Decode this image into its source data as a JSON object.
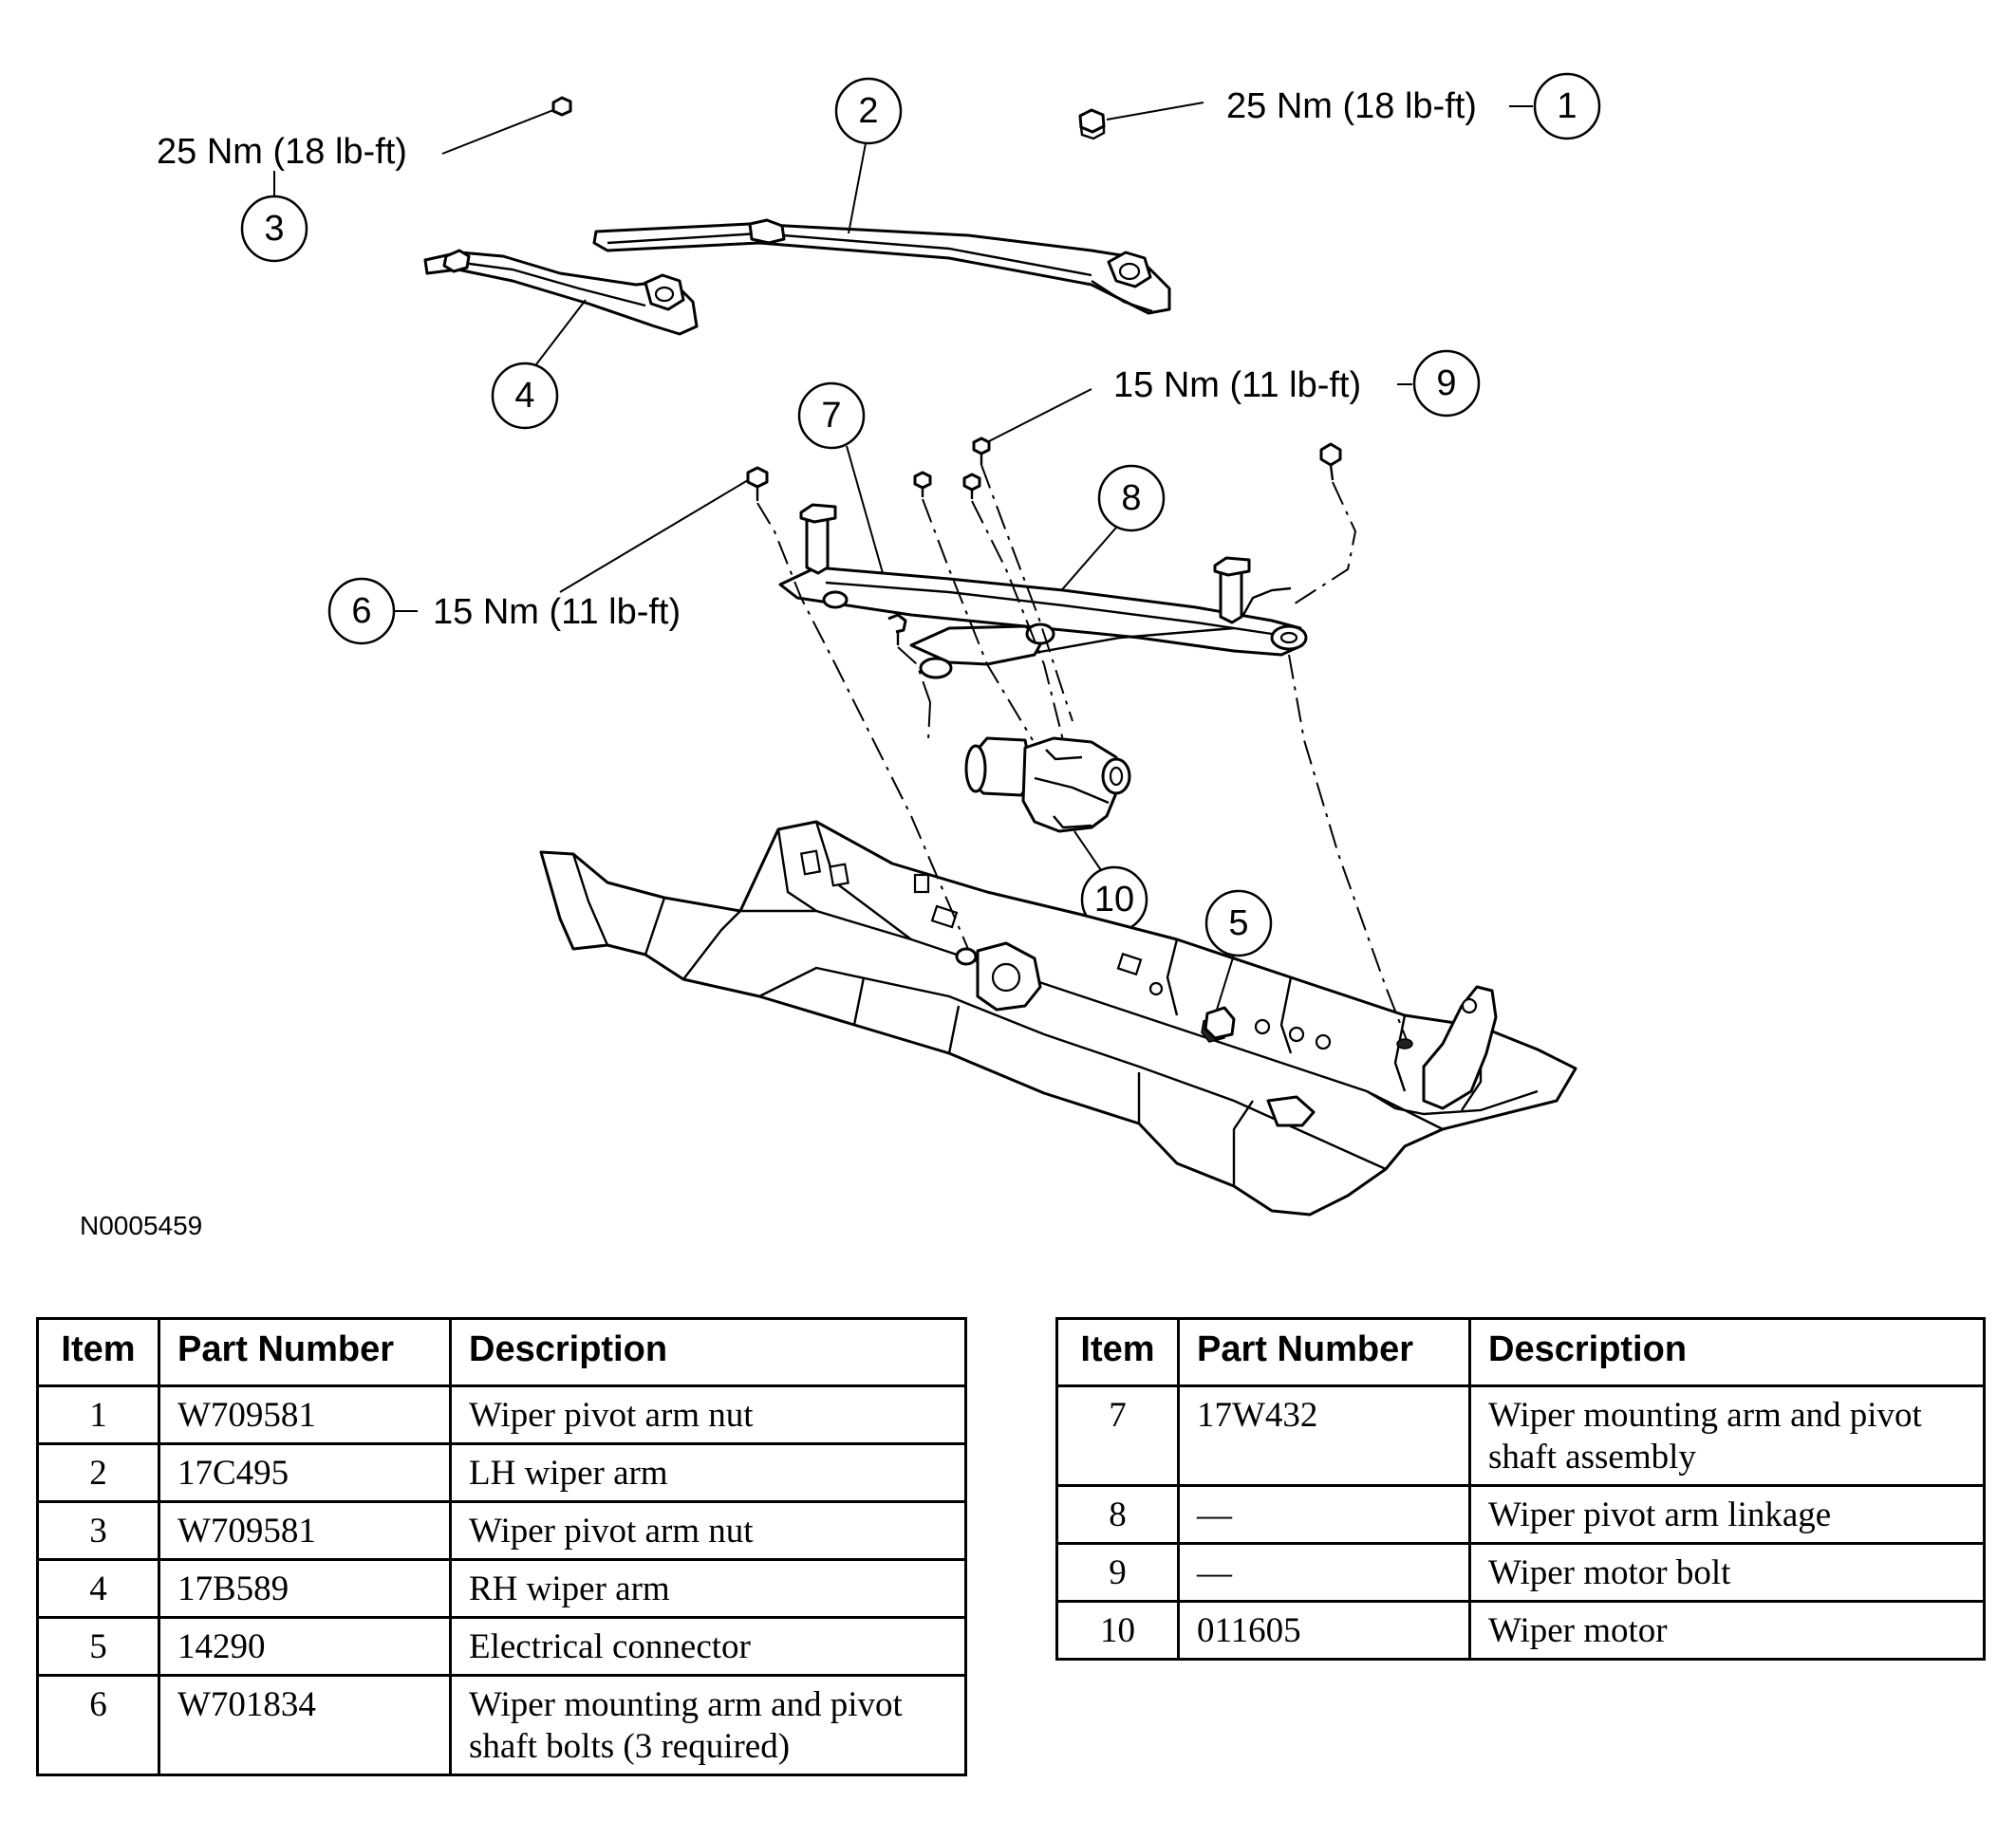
{
  "figure_id": "N0005459",
  "callouts": {
    "c1": {
      "number": "1",
      "torque": "25 Nm (18 lb-ft)"
    },
    "c2": {
      "number": "2"
    },
    "c3": {
      "number": "3",
      "torque": "25 Nm (18 lb-ft)"
    },
    "c4": {
      "number": "4"
    },
    "c5": {
      "number": "5"
    },
    "c6": {
      "number": "6",
      "torque": "15 Nm (11 lb-ft)"
    },
    "c7": {
      "number": "7"
    },
    "c8": {
      "number": "8"
    },
    "c9": {
      "number": "9",
      "torque": "15 Nm (11 lb-ft)"
    },
    "c10": {
      "number": "10"
    }
  },
  "tables": {
    "headers": {
      "item": "Item",
      "part_number": "Part Number",
      "description": "Description"
    },
    "left": [
      {
        "item": "1",
        "part_number": "W709581",
        "description": "Wiper pivot arm nut"
      },
      {
        "item": "2",
        "part_number": "17C495",
        "description": "LH wiper arm"
      },
      {
        "item": "3",
        "part_number": "W709581",
        "description": "Wiper pivot arm nut"
      },
      {
        "item": "4",
        "part_number": "17B589",
        "description": "RH wiper arm"
      },
      {
        "item": "5",
        "part_number": "14290",
        "description": "Electrical connector"
      },
      {
        "item": "6",
        "part_number": "W701834",
        "description": "Wiper mounting arm and pivot shaft bolts (3 required)"
      }
    ],
    "right": [
      {
        "item": "7",
        "part_number": "17W432",
        "description": "Wiper mounting arm and pivot shaft assembly"
      },
      {
        "item": "8",
        "part_number": "—",
        "description": "Wiper pivot arm linkage"
      },
      {
        "item": "9",
        "part_number": "—",
        "description": "Wiper motor bolt"
      },
      {
        "item": "10",
        "part_number": "011605",
        "description": "Wiper motor"
      }
    ]
  }
}
